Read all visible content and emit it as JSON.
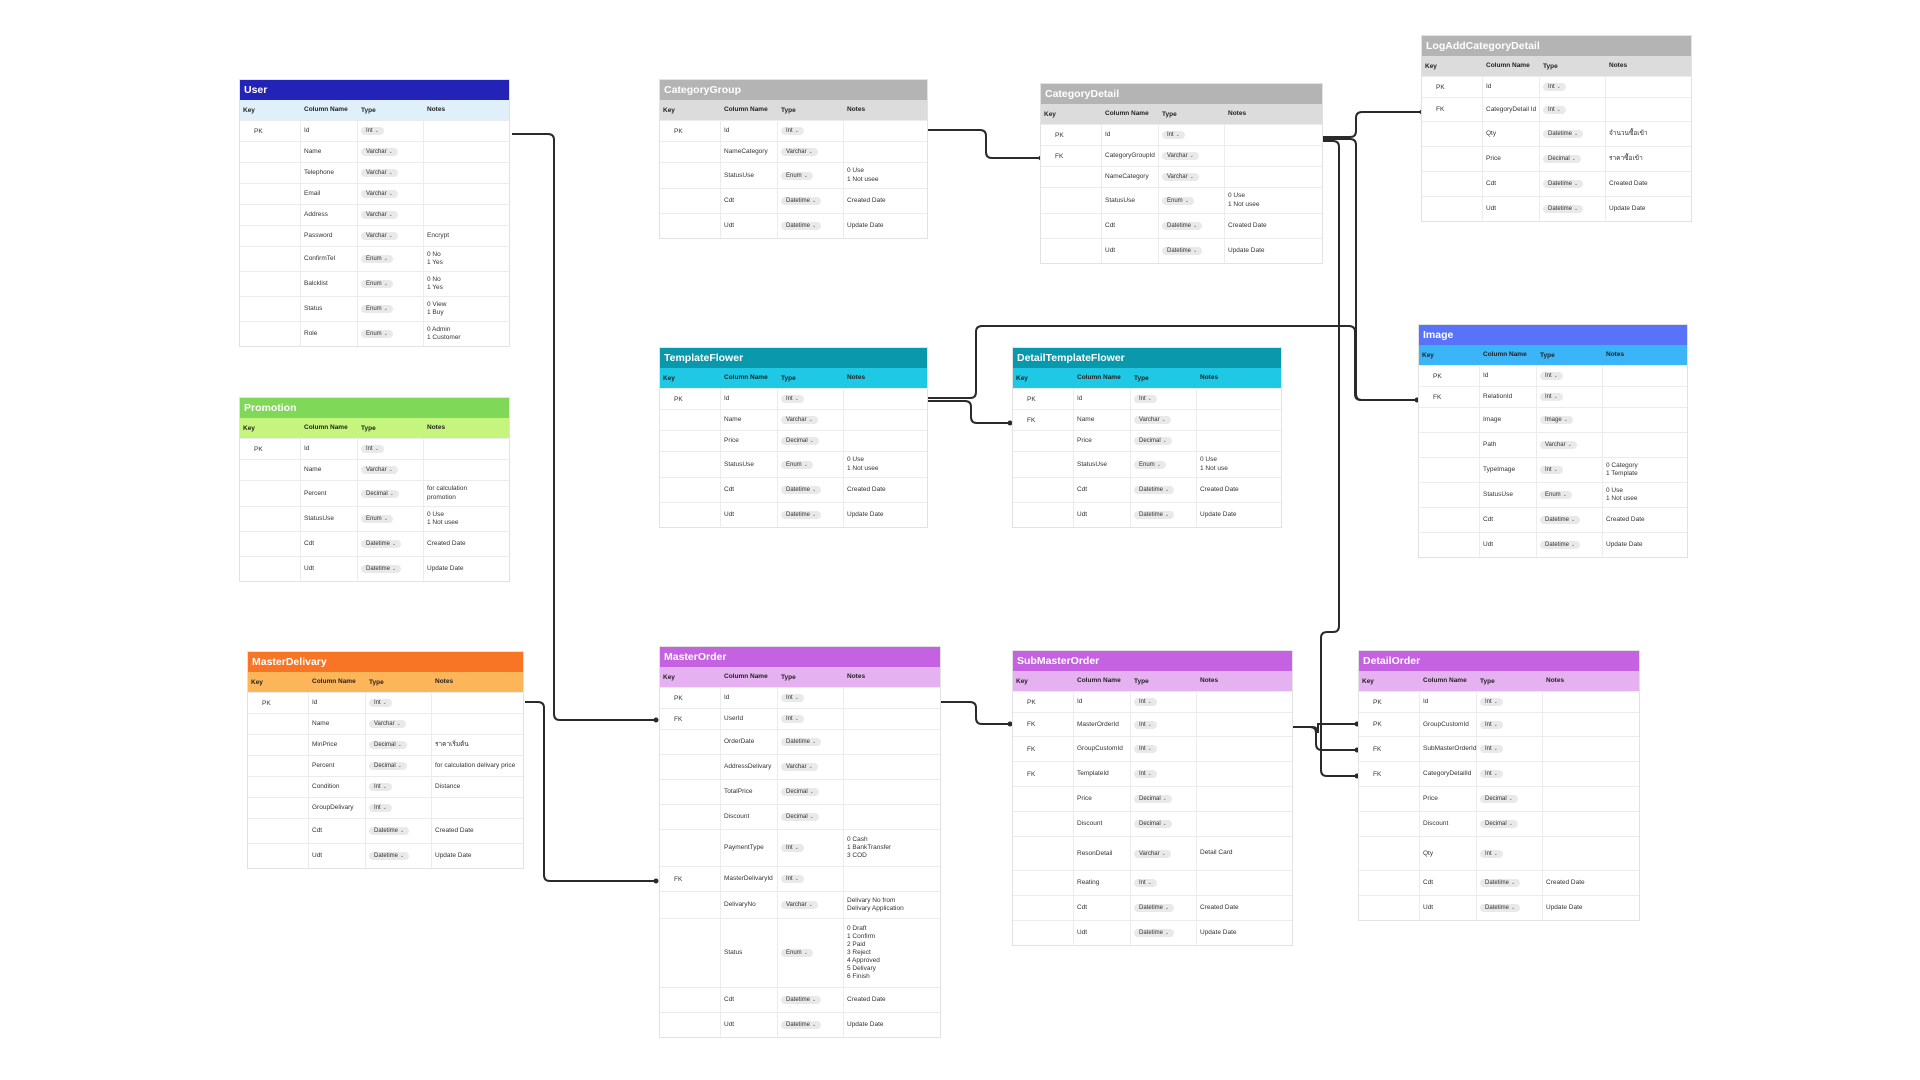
{
  "relationships": [
    {
      "from": "User.Id",
      "to": "MasterOrder.UserId"
    },
    {
      "from": "MasterDelivary.Id",
      "to": "MasterOrder.MasterDelivaryId"
    },
    {
      "from": "CategoryGroup.Id",
      "to": "CategoryDetail.CategoryGroupId"
    },
    {
      "from": "CategoryDetail.Id",
      "to": "LogAddCategoryDetail.CategoryDetail Id"
    },
    {
      "from": "CategoryDetail.Id",
      "to": "Image.RelationId"
    },
    {
      "from": "TemplateFlower.Id",
      "to": "Image.RelationId"
    },
    {
      "from": "TemplateFlower.Id",
      "to": "DetailTemplateFlower.Name"
    },
    {
      "from": "MasterOrder.Id",
      "to": "SubMasterOrder.MasterOrderId"
    },
    {
      "from": "SubMasterOrder.Id",
      "to": "DetailOrder.SubMasterOrderId"
    },
    {
      "from": "CategoryDetail.Id",
      "to": "DetailOrder.CategoryDetailId"
    }
  ],
  "tables": [
    {
      "id": "user",
      "title": "User",
      "title_color": "#2323b8",
      "header_color": "#dff0fb",
      "headers": [
        "Key",
        "Column Name",
        "Type",
        "Notes"
      ],
      "rows": [
        {
          "key": "PK",
          "name": "Id",
          "type": "Int",
          "notes": ""
        },
        {
          "key": "",
          "name": "Name",
          "type": "Varchar",
          "notes": ""
        },
        {
          "key": "",
          "name": "Telephone",
          "type": "Varchar",
          "notes": ""
        },
        {
          "key": "",
          "name": "Email",
          "type": "Varchar",
          "notes": ""
        },
        {
          "key": "",
          "name": "Address",
          "type": "Varchar",
          "notes": ""
        },
        {
          "key": "",
          "name": "Password",
          "type": "Varchar",
          "notes": "Encrypt"
        },
        {
          "key": "",
          "name": "ConfirmTel",
          "type": "Enum",
          "notes": "0 No\n1 Yes"
        },
        {
          "key": "",
          "name": "Balcklist",
          "type": "Enum",
          "notes": "0 No\n1 Yes"
        },
        {
          "key": "",
          "name": "Status",
          "type": "Enum",
          "notes": "0 View\n1 Buy"
        },
        {
          "key": "",
          "name": "Role",
          "type": "Enum",
          "notes": "0 Admin\n1 Customer"
        }
      ]
    },
    {
      "id": "promotion",
      "title": "Promotion",
      "title_color": "#7fd858",
      "header_color": "#c6f57e",
      "headers": [
        "Key",
        "Column Name",
        "Type",
        "Notes"
      ],
      "rows": [
        {
          "key": "PK",
          "name": "Id",
          "type": "Int",
          "notes": ""
        },
        {
          "key": "",
          "name": "Name",
          "type": "Varchar",
          "notes": ""
        },
        {
          "key": "",
          "name": "Percent",
          "type": "Decimal",
          "notes": "for calculation\npromotion"
        },
        {
          "key": "",
          "name": "StatusUse",
          "type": "Enum",
          "notes": "0 Use\n1 Not usee"
        },
        {
          "key": "",
          "name": "Cdt",
          "type": "Datetime",
          "notes": "Created Date"
        },
        {
          "key": "",
          "name": "Udt",
          "type": "Datetime",
          "notes": "Update Date"
        }
      ]
    },
    {
      "id": "masterdelivary",
      "title": "MasterDelivary",
      "title_color": "#f77524",
      "header_color": "#fdb55a",
      "headers": [
        "Key",
        "Column Name",
        "Type",
        "Notes"
      ],
      "rows": [
        {
          "key": "PK",
          "name": "Id",
          "type": "Int",
          "notes": ""
        },
        {
          "key": "",
          "name": "Name",
          "type": "Varchar",
          "notes": ""
        },
        {
          "key": "",
          "name": "MinPrice",
          "type": "Decimal",
          "notes": "ราคาเริ่มต้น"
        },
        {
          "key": "",
          "name": "Percent",
          "type": "Decimal",
          "notes": "for calculation delivary price"
        },
        {
          "key": "",
          "name": "Condition",
          "type": "Int",
          "notes": "Distance"
        },
        {
          "key": "",
          "name": "GroupDelivary",
          "type": "Int",
          "notes": ""
        },
        {
          "key": "",
          "name": "Cdt",
          "type": "Datetime",
          "notes": "Created Date"
        },
        {
          "key": "",
          "name": "Udt",
          "type": "Datetime",
          "notes": "Update Date"
        }
      ]
    },
    {
      "id": "categorygroup",
      "title": "CategoryGroup",
      "title_color": "#b4b4b4",
      "header_color": "#dcdcdc",
      "headers": [
        "Key",
        "Column Name",
        "Type",
        "Notes"
      ],
      "rows": [
        {
          "key": "PK",
          "name": "Id",
          "type": "Int",
          "notes": ""
        },
        {
          "key": "",
          "name": "NameCategory",
          "type": "Varchar",
          "notes": ""
        },
        {
          "key": "",
          "name": "StatusUse",
          "type": "Enum",
          "notes": "0 Use\n1 Not usee"
        },
        {
          "key": "",
          "name": "Cdt",
          "type": "Datetime",
          "notes": "Created Date"
        },
        {
          "key": "",
          "name": "Udt",
          "type": "Datetime",
          "notes": "Update Date"
        }
      ]
    },
    {
      "id": "categorydetail",
      "title": "CategoryDetail",
      "title_color": "#b4b4b4",
      "header_color": "#dcdcdc",
      "headers": [
        "Key",
        "Column Name",
        "Type",
        "Notes"
      ],
      "rows": [
        {
          "key": "PK",
          "name": "Id",
          "type": "Int",
          "notes": ""
        },
        {
          "key": "FK",
          "name": "CategoryGroupId",
          "type": "Varchar",
          "notes": ""
        },
        {
          "key": "",
          "name": "NameCategory",
          "type": "Varchar",
          "notes": ""
        },
        {
          "key": "",
          "name": "StatusUse",
          "type": "Enum",
          "notes": "0 Use\n1 Not usee"
        },
        {
          "key": "",
          "name": "Cdt",
          "type": "Datetime",
          "notes": "Created Date"
        },
        {
          "key": "",
          "name": "Udt",
          "type": "Datetime",
          "notes": "Update Date"
        }
      ]
    },
    {
      "id": "logaddcategorydetail",
      "title": "LogAddCategoryDetail",
      "title_color": "#b4b4b4",
      "header_color": "#dcdcdc",
      "headers": [
        "Key",
        "Column Name",
        "Type",
        "Notes"
      ],
      "rows": [
        {
          "key": "PK",
          "name": "Id",
          "type": "Int",
          "notes": ""
        },
        {
          "key": "FK",
          "name": "CategoryDetail Id",
          "type": "Int",
          "notes": ""
        },
        {
          "key": "",
          "name": "Qty",
          "type": "Datetime",
          "notes": "จำนวนซื้อเข้า"
        },
        {
          "key": "",
          "name": "Price",
          "type": "Decimal",
          "notes": "ราคาซื้อเข้า"
        },
        {
          "key": "",
          "name": "Cdt",
          "type": "Datetime",
          "notes": "Created Date"
        },
        {
          "key": "",
          "name": "Udt",
          "type": "Datetime",
          "notes": "Update Date"
        }
      ]
    },
    {
      "id": "templateflower",
      "title": "TemplateFlower",
      "title_color": "#0a98ac",
      "header_color": "#1fc8e4",
      "headers": [
        "Key",
        "Column Name",
        "Type",
        "Notes"
      ],
      "rows": [
        {
          "key": "PK",
          "name": "Id",
          "type": "Int",
          "notes": ""
        },
        {
          "key": "",
          "name": "Name",
          "type": "Varchar",
          "notes": ""
        },
        {
          "key": "",
          "name": "Price",
          "type": "Decimal",
          "notes": ""
        },
        {
          "key": "",
          "name": "StatusUse",
          "type": "Enum",
          "notes": "0 Use\n1 Not usee"
        },
        {
          "key": "",
          "name": "Cdt",
          "type": "Datetime",
          "notes": "Created Date"
        },
        {
          "key": "",
          "name": "Udt",
          "type": "Datetime",
          "notes": "Update Date"
        }
      ]
    },
    {
      "id": "detailtemplateflower",
      "title": "DetailTemplateFlower",
      "title_color": "#0a98ac",
      "header_color": "#1fc8e4",
      "headers": [
        "Key",
        "Column Name",
        "Type",
        "Notes"
      ],
      "rows": [
        {
          "key": "PK",
          "name": "Id",
          "type": "Int",
          "notes": ""
        },
        {
          "key": "FK",
          "name": "Name",
          "type": "Varchar",
          "notes": ""
        },
        {
          "key": "",
          "name": "Price",
          "type": "Decimal",
          "notes": ""
        },
        {
          "key": "",
          "name": "StatusUse",
          "type": "Enum",
          "notes": "0 Use\n1 Not use"
        },
        {
          "key": "",
          "name": "Cdt",
          "type": "Datetime",
          "notes": "Created Date"
        },
        {
          "key": "",
          "name": "Udt",
          "type": "Datetime",
          "notes": "Update Date"
        }
      ]
    },
    {
      "id": "image",
      "title": "Image",
      "title_color": "#5872fa",
      "header_color": "#3cb4f8",
      "headers": [
        "Key",
        "Column Name",
        "Type",
        "Notes"
      ],
      "rows": [
        {
          "key": "PK",
          "name": "Id",
          "type": "Int",
          "notes": ""
        },
        {
          "key": "FK",
          "name": "RelationId",
          "type": "Int",
          "notes": ""
        },
        {
          "key": "",
          "name": "Image",
          "type": "Image",
          "notes": ""
        },
        {
          "key": "",
          "name": "Path",
          "type": "Varchar",
          "notes": ""
        },
        {
          "key": "",
          "name": "TypeImage",
          "type": "Int",
          "notes": "0 Category\n1 Template"
        },
        {
          "key": "",
          "name": "StatusUse",
          "type": "Enum",
          "notes": "0 Use\n1 Not usee"
        },
        {
          "key": "",
          "name": "Cdt",
          "type": "Datetime",
          "notes": "Created Date"
        },
        {
          "key": "",
          "name": "Udt",
          "type": "Datetime",
          "notes": "Update Date"
        }
      ]
    },
    {
      "id": "masterorder",
      "title": "MasterOrder",
      "title_color": "#c562e2",
      "header_color": "#e5b1f1",
      "headers": [
        "Key",
        "Column Name",
        "Type",
        "Notes"
      ],
      "rows": [
        {
          "key": "PK",
          "name": "Id",
          "type": "Int",
          "notes": ""
        },
        {
          "key": "FK",
          "name": "UserId",
          "type": "Int",
          "notes": ""
        },
        {
          "key": "",
          "name": "OrderDate",
          "type": "Datetime",
          "notes": ""
        },
        {
          "key": "",
          "name": "AddressDelivary",
          "type": "Varchar",
          "notes": ""
        },
        {
          "key": "",
          "name": "TotalPrice",
          "type": "Decimal",
          "notes": ""
        },
        {
          "key": "",
          "name": "Discount",
          "type": "Decimal",
          "notes": ""
        },
        {
          "key": "",
          "name": "PaymentType",
          "type": "Int",
          "notes": "0 Cash\n1 BankTransfer\n3 COD"
        },
        {
          "key": "FK",
          "name": "MasterDelivaryId",
          "type": "Int",
          "notes": ""
        },
        {
          "key": "",
          "name": "DelivaryNo",
          "type": "Varchar",
          "notes": "Delivary No from\nDelivary Application"
        },
        {
          "key": "",
          "name": "Status",
          "type": "Enum",
          "notes": "0 Draft\n1 Confirm\n2 Paid\n3 Reject\n4 Approved\n5 Delivary\n6 Finish"
        },
        {
          "key": "",
          "name": "Cdt",
          "type": "Datetime",
          "notes": "Created Date"
        },
        {
          "key": "",
          "name": "Udt",
          "type": "Datetime",
          "notes": "Update Date"
        }
      ]
    },
    {
      "id": "submasterorder",
      "title": "SubMasterOrder",
      "title_color": "#c562e2",
      "header_color": "#e5b1f1",
      "headers": [
        "Key",
        "Column Name",
        "Type",
        "Notes"
      ],
      "rows": [
        {
          "key": "PK",
          "name": "Id",
          "type": "Int",
          "notes": ""
        },
        {
          "key": "FK",
          "name": "MasterOrderId",
          "type": "Int",
          "notes": ""
        },
        {
          "key": "FK",
          "name": "GroupCustomId",
          "type": "Int",
          "notes": ""
        },
        {
          "key": "FK",
          "name": "TemplateId",
          "type": "Int",
          "notes": ""
        },
        {
          "key": "",
          "name": "Price",
          "type": "Decimal",
          "notes": ""
        },
        {
          "key": "",
          "name": "Discount",
          "type": "Decimal",
          "notes": ""
        },
        {
          "key": "",
          "name": "ResonDetail",
          "type": "Varchar",
          "notes": "Detail Card"
        },
        {
          "key": "",
          "name": "Reating",
          "type": "Int",
          "notes": ""
        },
        {
          "key": "",
          "name": "Cdt",
          "type": "Datetime",
          "notes": "Created Date"
        },
        {
          "key": "",
          "name": "Udt",
          "type": "Datetime",
          "notes": "Update Date"
        }
      ]
    },
    {
      "id": "detailorder",
      "title": "DetailOrder",
      "title_color": "#c562e2",
      "header_color": "#e5b1f1",
      "headers": [
        "Key",
        "Column Name",
        "Type",
        "Notes"
      ],
      "rows": [
        {
          "key": "PK",
          "name": "Id",
          "type": "Int",
          "notes": ""
        },
        {
          "key": "PK",
          "name": "GroupCustomId",
          "type": "Int",
          "notes": ""
        },
        {
          "key": "FK",
          "name": "SubMasterOrderId",
          "type": "Int",
          "notes": ""
        },
        {
          "key": "FK",
          "name": "CategoryDetailId",
          "type": "Int",
          "notes": ""
        },
        {
          "key": "",
          "name": "Price",
          "type": "Decimal",
          "notes": ""
        },
        {
          "key": "",
          "name": "Discount",
          "type": "Decimal",
          "notes": ""
        },
        {
          "key": "",
          "name": "Qty",
          "type": "Int",
          "notes": ""
        },
        {
          "key": "",
          "name": "Cdt",
          "type": "Datetime",
          "notes": "Created Date"
        },
        {
          "key": "",
          "name": "Udt",
          "type": "Datetime",
          "notes": "Update Date"
        }
      ]
    }
  ]
}
